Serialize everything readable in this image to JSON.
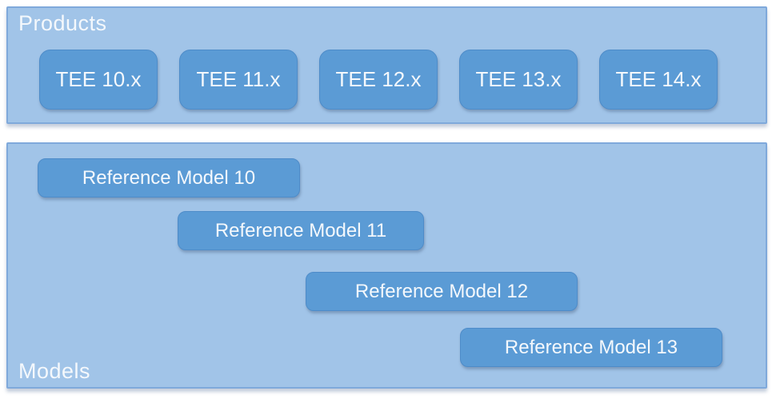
{
  "panels": {
    "products": {
      "label": "Products",
      "items": [
        {
          "label": "TEE 10.x"
        },
        {
          "label": "TEE 11.x"
        },
        {
          "label": "TEE 12.x"
        },
        {
          "label": "TEE 13.x"
        },
        {
          "label": "TEE 14.x"
        }
      ]
    },
    "models": {
      "label": "Models",
      "items": [
        {
          "label": "Reference Model 10"
        },
        {
          "label": "Reference Model 11"
        },
        {
          "label": "Reference Model 12"
        },
        {
          "label": "Reference Model 13"
        }
      ]
    }
  },
  "colors": {
    "panel_fill": "#a1c4e8",
    "panel_border": "#7fa9db",
    "node_fill": "#5b9bd5",
    "node_border": "#4e8cc9",
    "text": "#f4f8fc",
    "page_background": "#ffffff"
  }
}
